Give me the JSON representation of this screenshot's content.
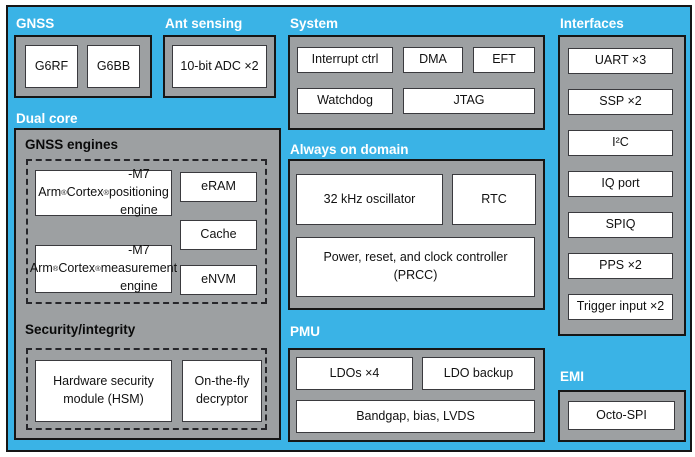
{
  "colors": {
    "bg": "#3ab3e6",
    "panel": "#9da0a2",
    "box_bg": "#ffffff",
    "box_border": "#3a3a3e",
    "panel_border": "#161616",
    "title_text": "#ffffff",
    "text": "#111111"
  },
  "diagram": {
    "gnss": {
      "title": "GNSS",
      "boxes": [
        "G6RF",
        "G6BB"
      ]
    },
    "ant_sensing": {
      "title": "Ant sensing",
      "boxes": [
        "10-bit ADC ×2"
      ]
    },
    "system": {
      "title": "System",
      "boxes": [
        "Interrupt ctrl",
        "DMA",
        "EFT",
        "Watchdog",
        "JTAG"
      ]
    },
    "interfaces": {
      "title": "Interfaces",
      "boxes": [
        "UART ×3",
        "SSP ×2",
        "I²C",
        "IQ port",
        "SPIQ",
        "PPS ×2",
        "Trigger input ×2"
      ]
    },
    "dual_core": {
      "title": "Dual core",
      "gnss_engines": {
        "label": "GNSS engines",
        "positioning_engine": "Arm® Cortex®-M7 positioning engine",
        "measurement_engine": "Arm® Cortex®-M7 measurement engine",
        "eram": "eRAM",
        "cache": "Cache",
        "envm": "eNVM"
      },
      "security": {
        "label": "Security/integrity",
        "hsm": "Hardware security module (HSM)",
        "decryptor": "On-the-fly decryptor"
      }
    },
    "always_on": {
      "title": "Always on domain",
      "oscillator": "32 kHz oscillator",
      "rtc": "RTC",
      "prcc": "Power, reset, and clock controller (PRCC)"
    },
    "pmu": {
      "title": "PMU",
      "ldos": "LDOs ×4",
      "ldo_backup": "LDO backup",
      "bandgap": "Bandgap, bias, LVDS"
    },
    "emi": {
      "title": "EMI",
      "boxes": [
        "Octo-SPI"
      ]
    }
  }
}
